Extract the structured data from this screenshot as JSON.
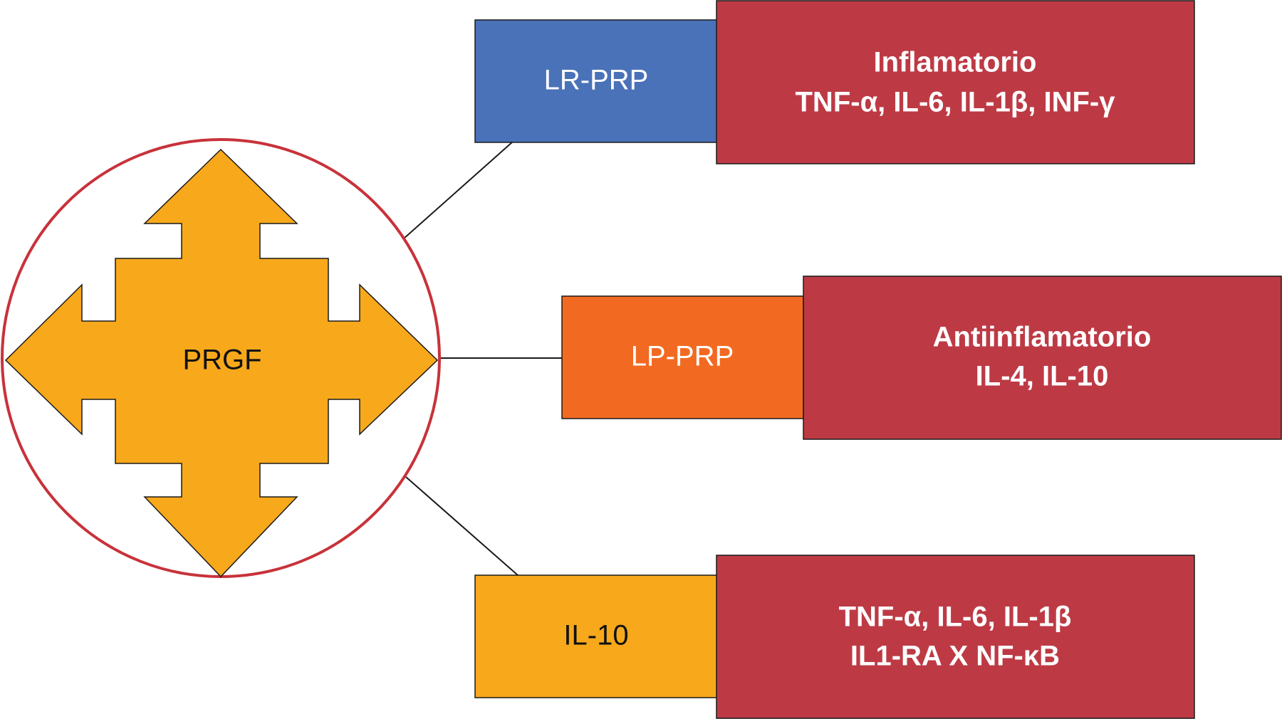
{
  "colors": {
    "circle_stroke": "#c8323a",
    "arrow_fill": "#f8a81b",
    "arrow_stroke": "#1a1a1a",
    "blue_box": "#4a72b8",
    "orange_box": "#f26a22",
    "yellow_box": "#f8a81b",
    "red_box": "#bd3a45",
    "connector": "#1a1a1a"
  },
  "center": {
    "label": "PRGF"
  },
  "rows": [
    {
      "label": "LR-PRP",
      "detail_title": "Inflamatorio",
      "detail_text": "TNF-α, IL-6, IL-1β, INF-γ"
    },
    {
      "label": "LP-PRP",
      "detail_title": "Antiinflamatorio",
      "detail_text": "IL-4, IL-10"
    },
    {
      "label": "IL-10",
      "detail_title": "TNF-α, IL-6, IL-1β",
      "detail_text": "IL1-RA X NF-κB"
    }
  ]
}
